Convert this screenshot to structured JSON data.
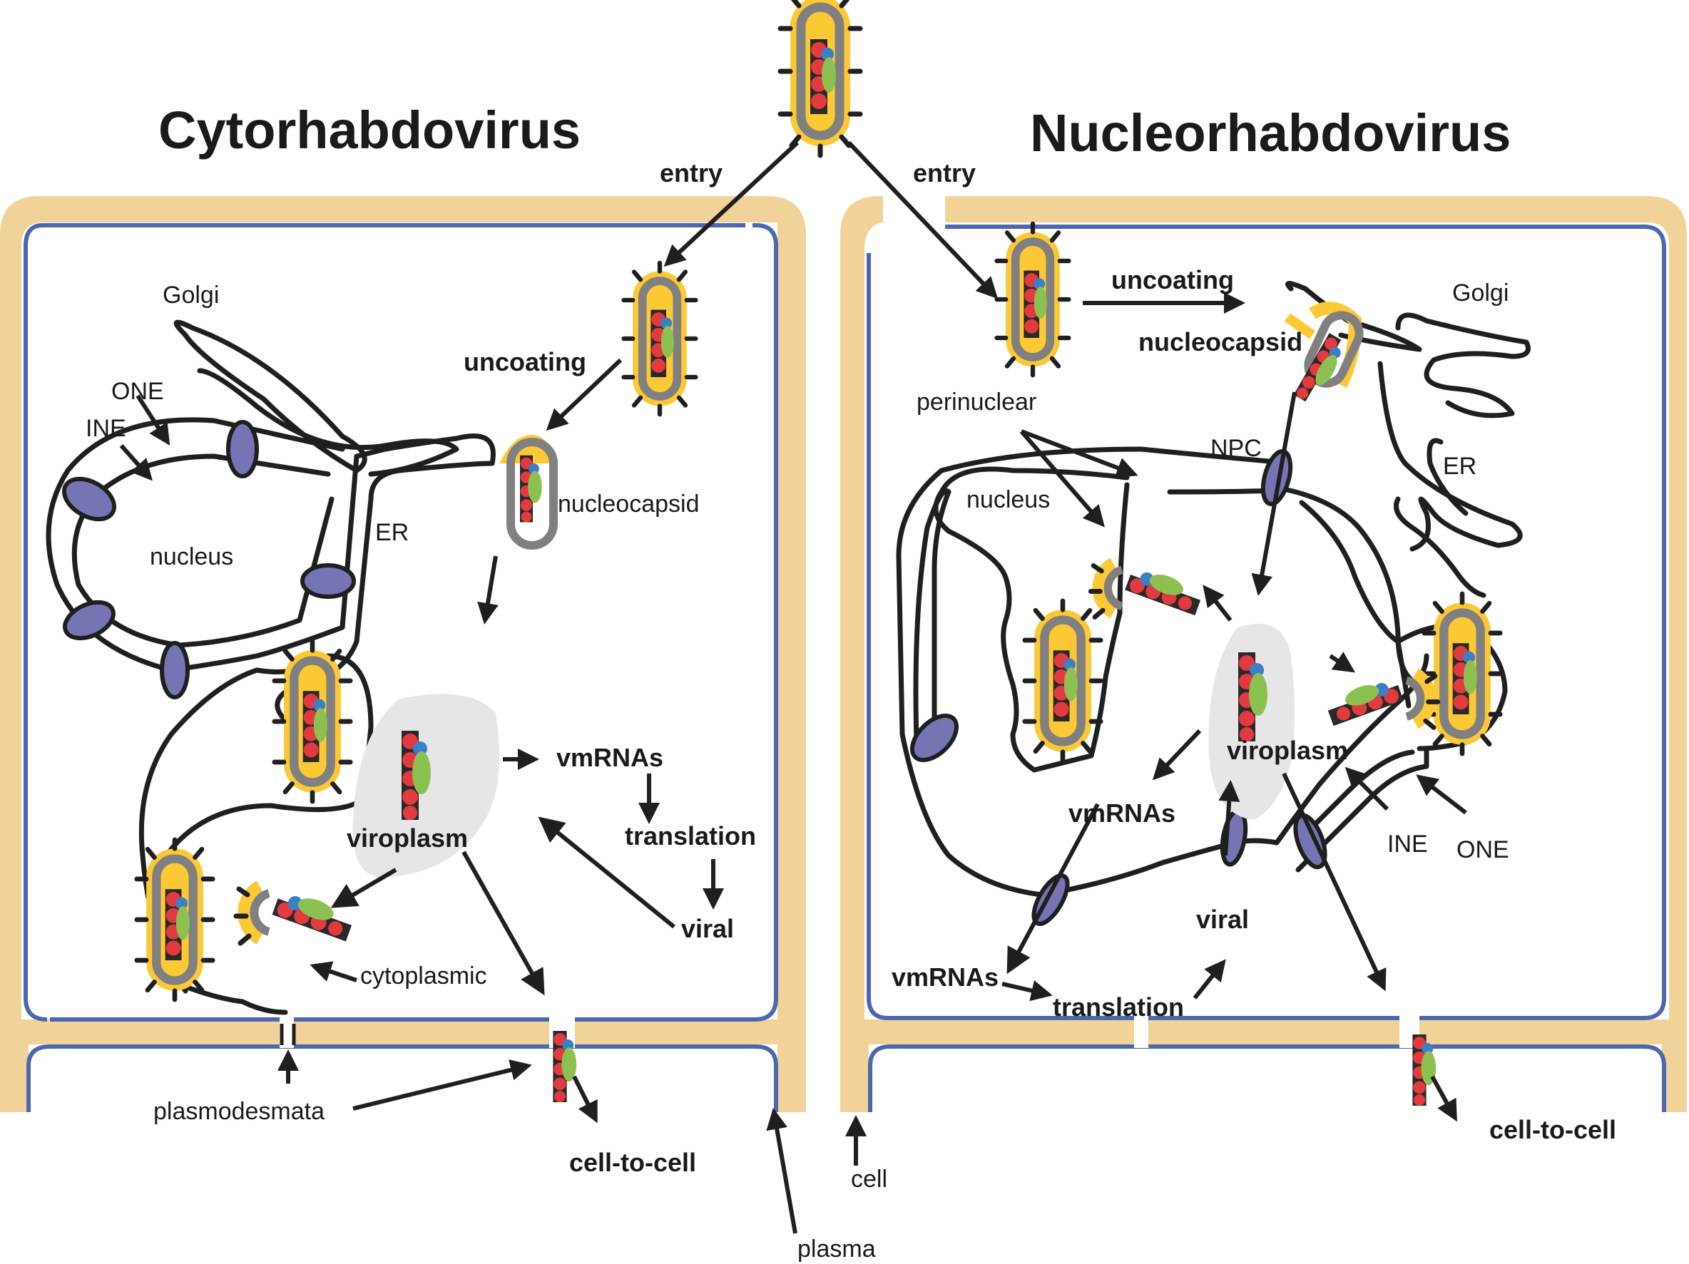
{
  "titles": {
    "left": "Cytorhabdovirus",
    "right": "Nucleorhabdovirus"
  },
  "left_panel": {
    "entry": "entry",
    "uncoating": "uncoating",
    "nucleocapsid": "nucleocapsid",
    "golgi": "Golgi",
    "one": "ONE",
    "ine": "INE",
    "nucleus": "nucleus",
    "er": "ER",
    "viroplasm": "viroplasm",
    "vmrnas": "vmRNAs",
    "translation": "translation",
    "viral": "viral",
    "cytoplasmic": "cytoplasmic",
    "plasmodesmata": "plasmodesmata",
    "cell_to_cell": "cell-to-cell"
  },
  "right_panel": {
    "entry": "entry",
    "uncoating": "uncoating",
    "nucleocapsid": "nucleocapsid",
    "golgi": "Golgi",
    "perinuclear": "perinuclear",
    "npc": "NPC",
    "nucleus": "nucleus",
    "er": "ER",
    "viroplasm": "viroplasm",
    "vmrnas_upper": "vmRNAs",
    "vmrnas_lower": "vmRNAs",
    "translation": "translation",
    "viral": "viral",
    "ine": "INE",
    "one": "ONE",
    "cell_to_cell": "cell-to-cell"
  },
  "bottom_labels": {
    "cell": "cell",
    "plasma": "plasma"
  },
  "colors": {
    "cell_wall": "#f1d39a",
    "plasma_membrane": "#4a67b2",
    "envelope": "#fcc934",
    "matrix": "#808080",
    "nucleoprotein": "#e33a3f",
    "phosphoprotein": "#3b7fc4",
    "polymerase": "#8cc152",
    "pore": "#7774b4",
    "viroplasm": "#e6e6e6"
  }
}
